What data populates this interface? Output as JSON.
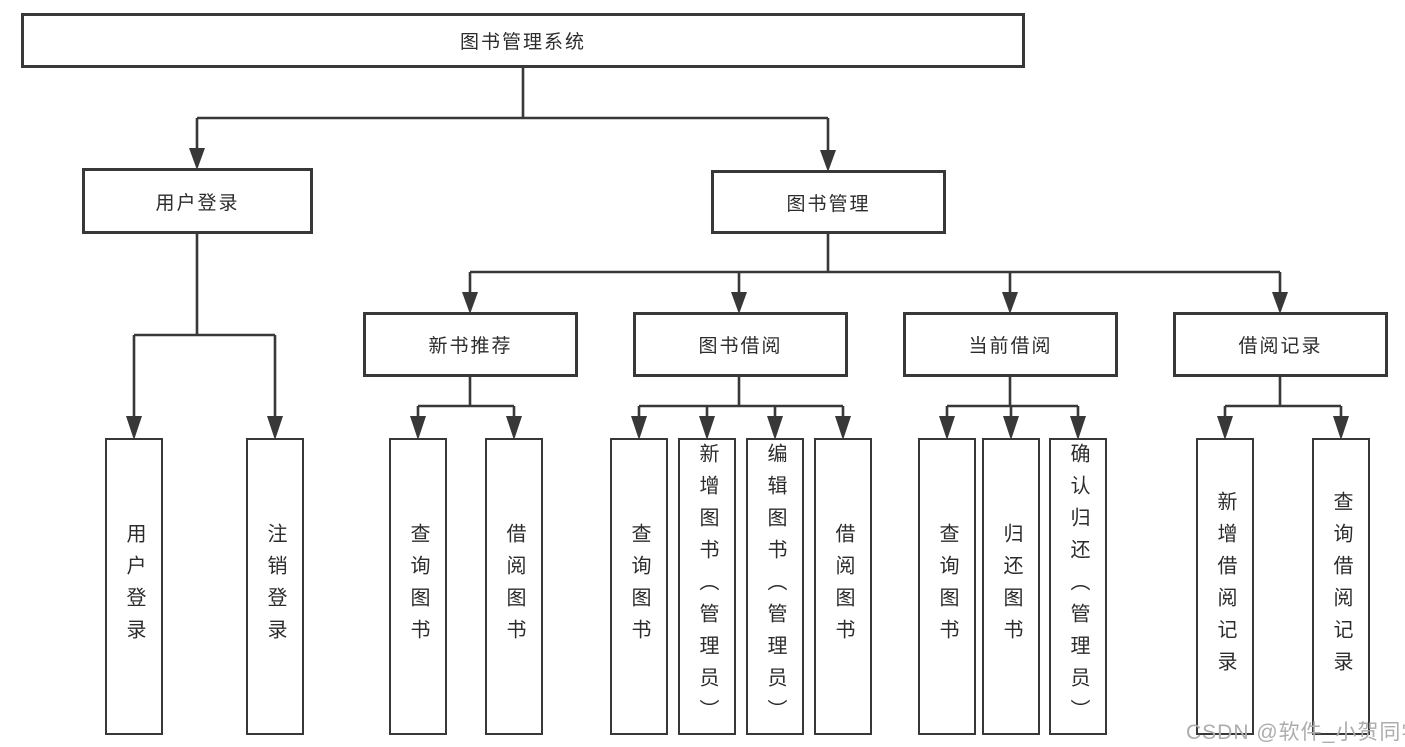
{
  "tree": {
    "root": "图书管理系统",
    "branches": [
      {
        "label": "用户登录",
        "children": [
          "用户登录",
          "注销登录"
        ]
      },
      {
        "label": "图书管理",
        "groups": [
          {
            "label": "新书推荐",
            "children": [
              "查询图书",
              "借阅图书"
            ]
          },
          {
            "label": "图书借阅",
            "children": [
              "查询图书",
              "新增图书（管理员）",
              "编辑图书（管理员）",
              "借阅图书"
            ]
          },
          {
            "label": "当前借阅",
            "children": [
              "查询图书",
              "归还图书",
              "确认归还（管理员）"
            ]
          },
          {
            "label": "借阅记录",
            "children": [
              "新增借阅记录",
              "查询借阅记录"
            ]
          }
        ]
      }
    ]
  },
  "watermark": "CSDN @软件_小贺同学",
  "colors": {
    "line": "#383838",
    "text": "#2c2c2c",
    "watermark": "#adadad",
    "background": "#ffffff"
  }
}
